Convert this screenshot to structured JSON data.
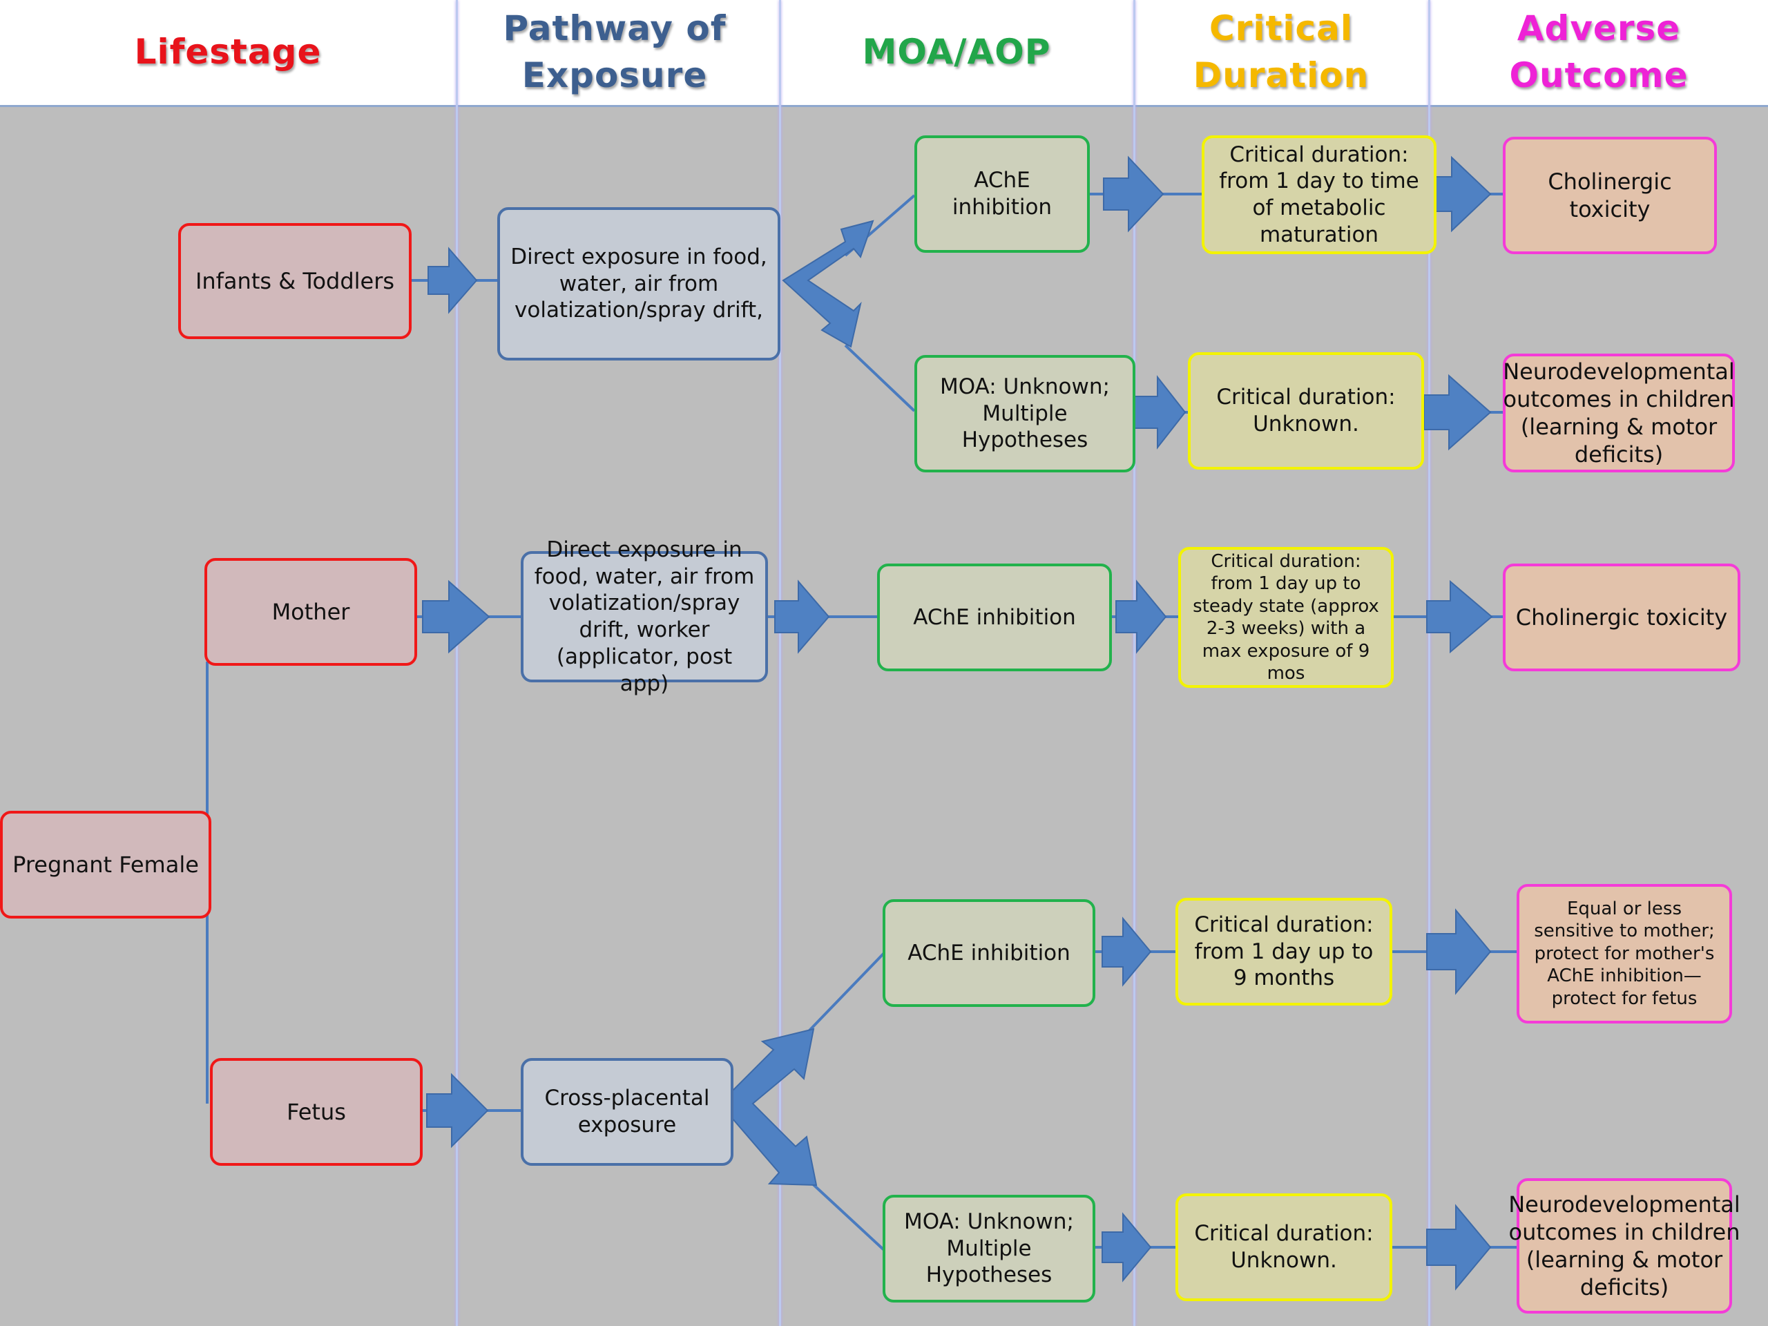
{
  "headers": {
    "lifestage": "Lifestage",
    "pathway": "Pathway of Exposure",
    "moa": "MOA/AOP",
    "critical": "Critical Duration",
    "adverse": "Adverse Outcome"
  },
  "colors": {
    "lifestage": "#e8131b",
    "pathway": "#3d5f8f",
    "moa": "#22a64a",
    "critical": "#f5b800",
    "adverse": "#ee22d6",
    "panel": "#bdbdbd",
    "connector": "#4a7bbf"
  },
  "lifestage": {
    "infants": "Infants & Toddlers",
    "mother": "Mother",
    "pregnant": "Pregnant Female",
    "fetus": "Fetus"
  },
  "pathway": {
    "infants": "Direct exposure in food, water, air from volatization/spray drift,",
    "mother": "Direct exposure in food, water, air from volatization/spray drift, worker (applicator, post app)",
    "fetus": "Cross-placental exposure"
  },
  "moa": {
    "infants_ache": "AChE inhibition",
    "infants_unknown": "MOA: Unknown; Multiple Hypotheses",
    "mother_ache": "AChE inhibition",
    "fetus_ache": "AChE inhibition",
    "fetus_unknown": "MOA: Unknown; Multiple Hypotheses"
  },
  "critical": {
    "infants_ache": "Critical duration: from 1 day to time of metabolic maturation",
    "infants_unknown": "Critical duration: Unknown.",
    "mother_ache": "Critical duration: from 1 day up to steady state (approx 2-3 weeks) with a max exposure of 9 mos",
    "fetus_ache": "Critical duration: from 1 day up to 9 months",
    "fetus_unknown": "Critical duration: Unknown."
  },
  "adverse": {
    "infants_ache": "Cholinergic toxicity",
    "infants_unknown": "Neurodevelopmental outcomes in children (learning & motor deficits)",
    "mother_ache": "Cholinergic toxicity",
    "fetus_ache": "Equal or less sensitive to mother; protect for mother's AChE inhibition—protect for fetus",
    "fetus_unknown": "Neurodevelopmental outcomes in children (learning & motor deficits)"
  }
}
